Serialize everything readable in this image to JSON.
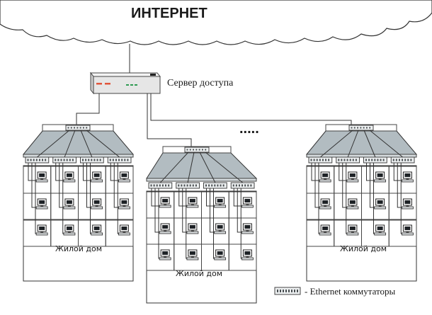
{
  "cloud": {
    "label": "ИНТЕРНЕТ"
  },
  "server": {
    "label": "Сервер доступа"
  },
  "ellipsis": {
    "label": "....."
  },
  "houses": [
    {
      "label": "Жилой дом"
    },
    {
      "label": "Жилой дом"
    },
    {
      "label": "Жилой дом"
    }
  ],
  "legend": {
    "label": "- Ethernet коммутаторы"
  },
  "colors": {
    "roof": "#b2bcc1",
    "server": "#e6e6e6",
    "server_led_red": "#e0553b",
    "server_led_green": "#2f9b52",
    "cable": "#333333"
  },
  "icons": {
    "cloud": "internet-cloud-icon",
    "server": "access-server-icon",
    "switch": "ethernet-switch-icon",
    "computer": "computer-icon"
  }
}
